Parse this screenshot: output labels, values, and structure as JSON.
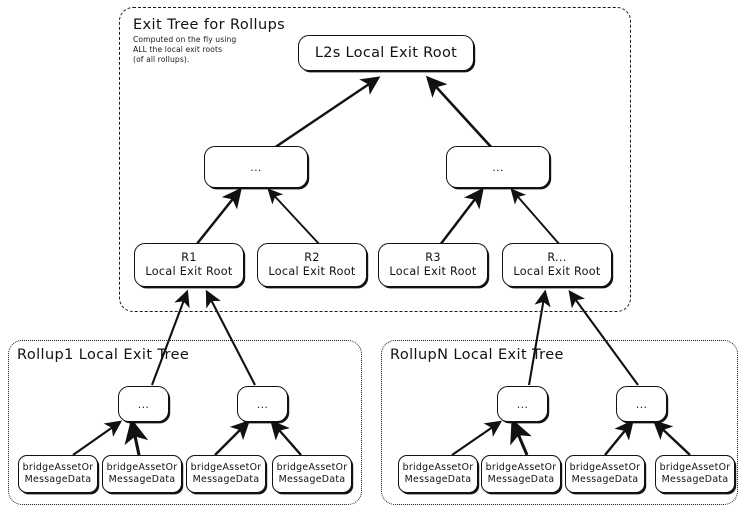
{
  "diagram": {
    "title_top": "Exit Tree for Rollups",
    "subtitle_top": "Computed on the fly using\nALL the local exit roots\n(of all rollups).",
    "title_rollup1": "Rollup1 Local Exit Tree",
    "title_rollupN": "RollupN Local Exit Tree",
    "ellipsis": "...",
    "colors": {
      "stroke": "#111111",
      "background": "#ffffff"
    }
  },
  "nodes": {
    "root": {
      "label": "L2s Local Exit Root"
    },
    "mid": [
      {
        "label": "..."
      },
      {
        "label": "..."
      }
    ],
    "rollups": [
      {
        "name": "R1",
        "sub": "Local Exit Root"
      },
      {
        "name": "R2",
        "sub": "Local Exit Root"
      },
      {
        "name": "R3",
        "sub": "Local Exit Root"
      },
      {
        "name": "R...",
        "sub": "Local Exit Root"
      }
    ],
    "rollup1_mid": [
      {
        "label": "..."
      },
      {
        "label": "..."
      }
    ],
    "rollupN_mid": [
      {
        "label": "..."
      },
      {
        "label": "..."
      }
    ],
    "rollup1_leaves": [
      {
        "line1": "bridgeAssetOr",
        "line2": "MessageData"
      },
      {
        "line1": "bridgeAssetOr",
        "line2": "MessageData"
      },
      {
        "line1": "bridgeAssetOr",
        "line2": "MessageData"
      },
      {
        "line1": "bridgeAssetOr",
        "line2": "MessageData"
      }
    ],
    "rollupN_leaves": [
      {
        "line1": "bridgeAssetOr",
        "line2": "MessageData"
      },
      {
        "line1": "bridgeAssetOr",
        "line2": "MessageData"
      },
      {
        "line1": "bridgeAssetOr",
        "line2": "MessageData"
      },
      {
        "line1": "bridgeAssetOr",
        "line2": "MessageData"
      }
    ]
  }
}
